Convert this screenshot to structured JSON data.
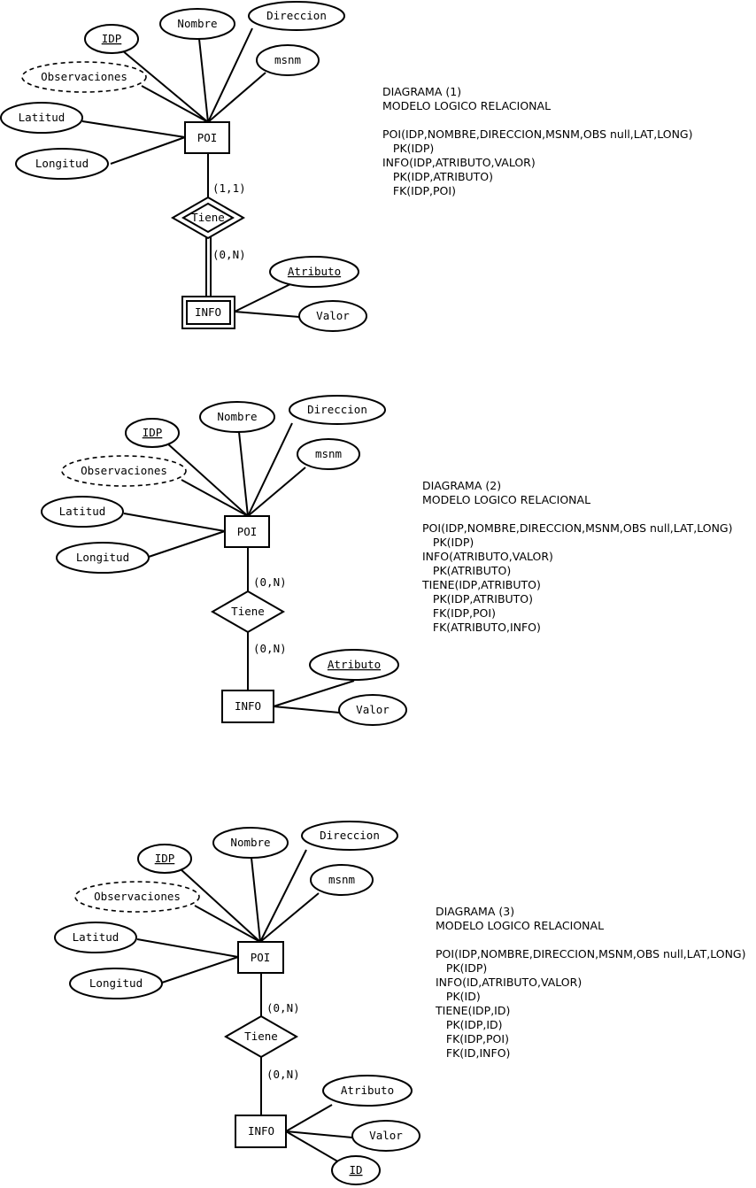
{
  "diagram1": {
    "entity_poi": "POI",
    "entity_info": "INFO",
    "relation": "Tiene",
    "attrs": {
      "idp": "IDP",
      "nombre": "Nombre",
      "direccion": "Direccion",
      "msnm": "msnm",
      "observaciones": "Observaciones",
      "latitud": "Latitud",
      "longitud": "Longitud",
      "atributo": "Atributo",
      "valor": "Valor"
    },
    "card_top": "(1,1)",
    "card_bottom": "(0,N)",
    "notes": [
      "DIAGRAMA (1)",
      "MODELO LOGICO RELACIONAL",
      "",
      "POI(IDP,NOMBRE,DIRECCION,MSNM,OBS null,LAT,LONG)",
      "   PK(IDP)",
      "INFO(IDP,ATRIBUTO,VALOR)",
      "   PK(IDP,ATRIBUTO)",
      "   FK(IDP,POI)"
    ]
  },
  "diagram2": {
    "entity_poi": "POI",
    "entity_info": "INFO",
    "relation": "Tiene",
    "attrs": {
      "idp": "IDP",
      "nombre": "Nombre",
      "direccion": "Direccion",
      "msnm": "msnm",
      "observaciones": "Observaciones",
      "latitud": "Latitud",
      "longitud": "Longitud",
      "atributo": "Atributo",
      "valor": "Valor"
    },
    "card_top": "(0,N)",
    "card_bottom": "(0,N)",
    "notes": [
      "DIAGRAMA (2)",
      "MODELO LOGICO RELACIONAL",
      "",
      "POI(IDP,NOMBRE,DIRECCION,MSNM,OBS null,LAT,LONG)",
      "   PK(IDP)",
      "INFO(ATRIBUTO,VALOR)",
      "   PK(ATRIBUTO)",
      "TIENE(IDP,ATRIBUTO)",
      "   PK(IDP,ATRIBUTO)",
      "   FK(IDP,POI)",
      "   FK(ATRIBUTO,INFO)"
    ]
  },
  "diagram3": {
    "entity_poi": "POI",
    "entity_info": "INFO",
    "relation": "Tiene",
    "attrs": {
      "idp": "IDP",
      "nombre": "Nombre",
      "direccion": "Direccion",
      "msnm": "msnm",
      "observaciones": "Observaciones",
      "latitud": "Latitud",
      "longitud": "Longitud",
      "atributo": "Atributo",
      "valor": "Valor",
      "id": "ID"
    },
    "card_top": "(0,N)",
    "card_bottom": "(0,N)",
    "notes": [
      "DIAGRAMA (3)",
      "MODELO LOGICO RELACIONAL",
      "",
      "POI(IDP,NOMBRE,DIRECCION,MSNM,OBS null,LAT,LONG)",
      "   PK(IDP)",
      "INFO(ID,ATRIBUTO,VALOR)",
      "   PK(ID)",
      "TIENE(IDP,ID)",
      "   PK(IDP,ID)",
      "   FK(IDP,POI)",
      "   FK(ID,INFO)"
    ]
  }
}
